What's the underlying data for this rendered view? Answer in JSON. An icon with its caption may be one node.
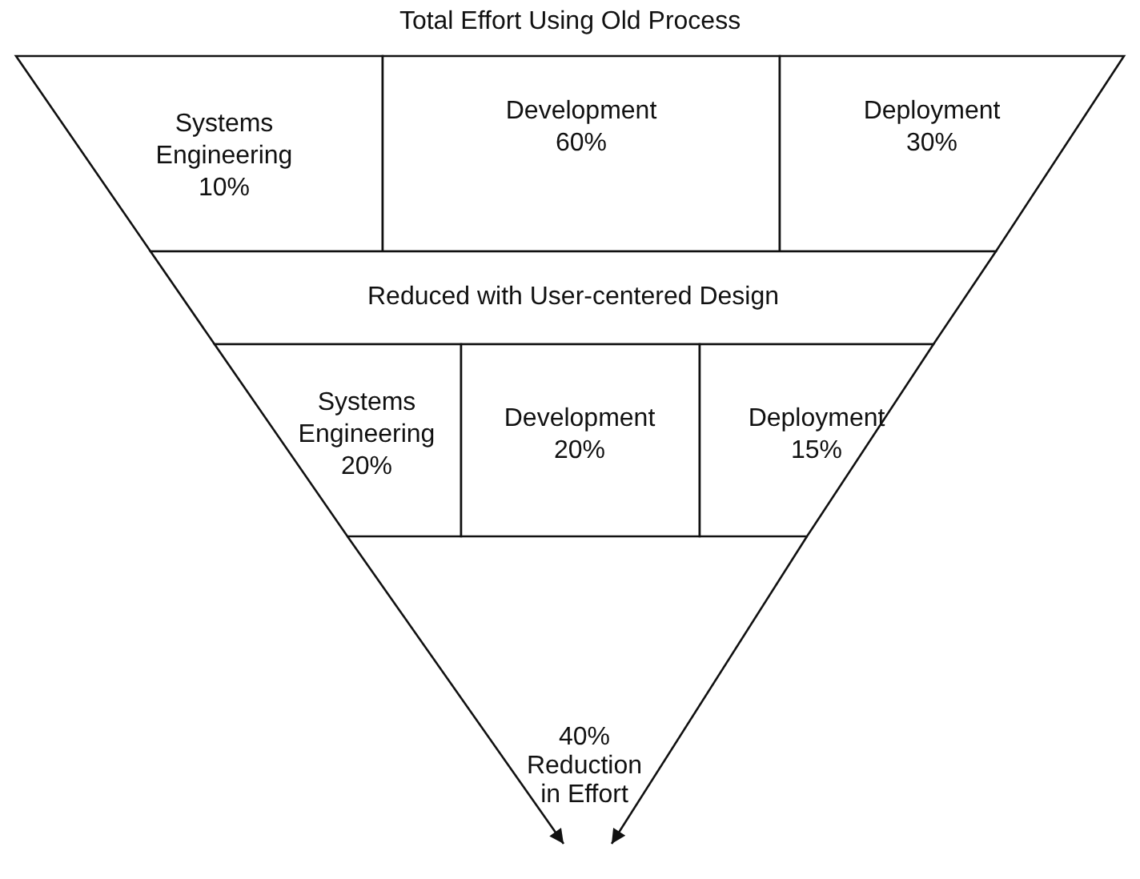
{
  "diagram": {
    "title": "Total Effort Using Old Process",
    "nodes": [
      {
        "text": [
          "Systems Engineering 10%"
        ]
      },
      {
        "text": [
          "Development 60%"
        ]
      },
      {
        "text": [
          "Deployment 30%"
        ]
      },
      {
        "text": [
          "Reduced with User-centered Design"
        ]
      },
      {
        "text": [
          "Systems Engineering 20%"
        ]
      },
      {
        "text": [
          "Development 20%"
        ]
      },
      {
        "text": [
          "Deployment 15%"
        ]
      },
      {
        "text": [
          "40% Reduction in Effort"
        ]
      }
    ],
    "edges": [
      {
        "from": 4,
        "to": 7,
        "arrow": "to"
      },
      {
        "from": 6,
        "to": 7,
        "arrow": "to"
      }
    ]
  }
}
